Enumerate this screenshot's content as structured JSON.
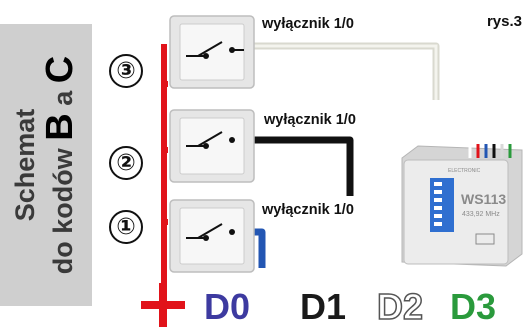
{
  "figure_label": "rys.3",
  "sidebar": {
    "line1": "Schemat",
    "line2_prefix": "do kodów",
    "code_b": "B",
    "joiner": "a",
    "code_c": "C"
  },
  "switches": [
    {
      "number": "③",
      "label": "wyłącznik 1/0",
      "wire_color": "#dcdcd4"
    },
    {
      "number": "②",
      "label": "wyłącznik 1/0",
      "wire_color": "#111111"
    },
    {
      "number": "①",
      "label": "wyłącznik 1/0",
      "wire_color": "#2356b3"
    }
  ],
  "common_wire_color": "#e1131a",
  "module": {
    "name": "WS113",
    "frequency": "433,92 MHz",
    "brand": "ELECTRONIC"
  },
  "terminals": [
    {
      "label": "+",
      "color": "#e1131a"
    },
    {
      "label": "D0",
      "color": "#3d3aa0"
    },
    {
      "label": "D1",
      "color": "#1a1a1a"
    },
    {
      "label": "D2",
      "color": "#ffffff"
    },
    {
      "label": "D3",
      "color": "#2a9a3c"
    }
  ]
}
